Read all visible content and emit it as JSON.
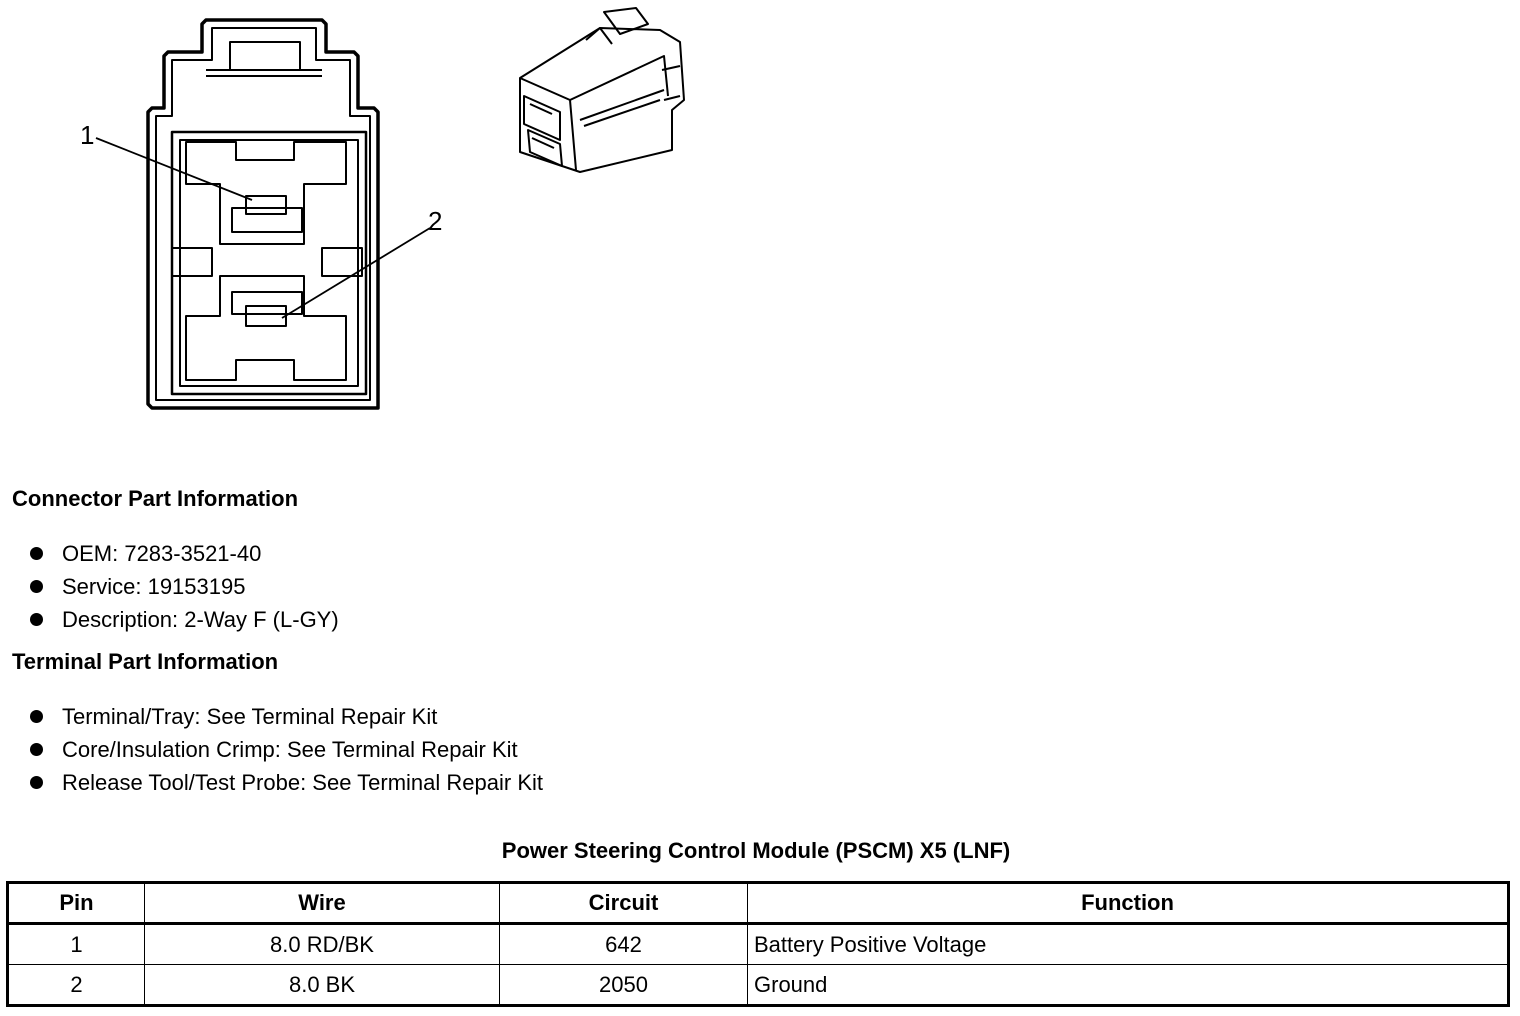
{
  "diagram": {
    "callouts": [
      "1",
      "2"
    ]
  },
  "connector_part": {
    "heading": "Connector Part Information",
    "items": [
      "OEM: 7283-3521-40",
      "Service: 19153195",
      "Description: 2-Way F (L-GY)"
    ]
  },
  "terminal_part": {
    "heading": "Terminal Part Information",
    "items": [
      "Terminal/Tray: See Terminal Repair Kit",
      "Core/Insulation Crimp: See Terminal Repair Kit",
      "Release Tool/Test Probe: See Terminal Repair Kit"
    ]
  },
  "table": {
    "title": "Power Steering Control Module (PSCM) X5 (LNF)",
    "headers": [
      "Pin",
      "Wire",
      "Circuit",
      "Function"
    ],
    "rows": [
      [
        "1",
        "8.0 RD/BK",
        "642",
        "Battery Positive Voltage"
      ],
      [
        "2",
        "8.0 BK",
        "2050",
        "Ground"
      ]
    ]
  }
}
